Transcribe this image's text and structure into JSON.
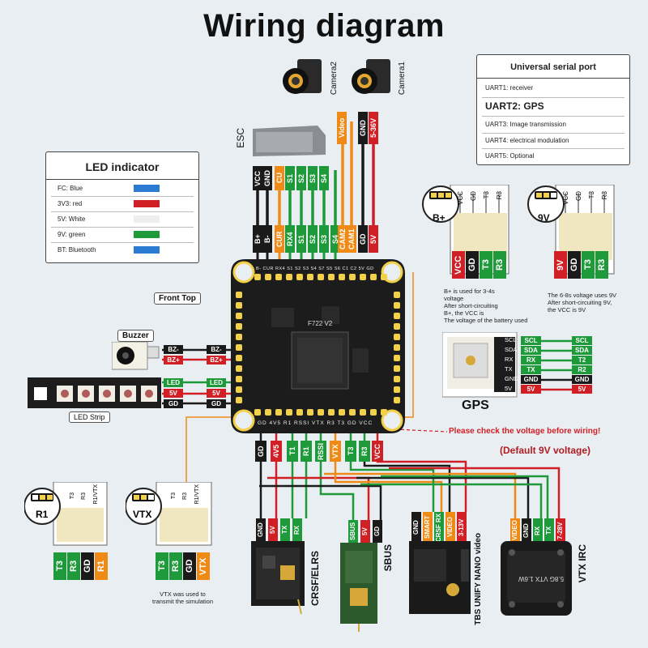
{
  "title": "Wiring diagram",
  "colors": {
    "red": "#d11f26",
    "green": "#1f9a3a",
    "black": "#1a1a1a",
    "orange": "#f08a16",
    "white": "#ffffff",
    "blue": "#2a7bd1",
    "yellow_pad": "#f2d04a"
  },
  "uart_panel": {
    "title": "Universal serial port",
    "items": [
      "UART1: receiver",
      "UART2:  GPS",
      "UART3: Image transmission",
      "UART4: electrical modulation",
      "UART5: Optional"
    ]
  },
  "led_panel": {
    "title": "LED indicator",
    "items": [
      {
        "label": "FC: Blue",
        "color": "#2a7bd1"
      },
      {
        "label": "3V3: red",
        "color": "#d11f26"
      },
      {
        "label": "5V: White",
        "color": "#eeeeee"
      },
      {
        "label": "9V: green",
        "color": "#1f9a3a"
      },
      {
        "label": "BT: Bluetooth",
        "color": "#2a7bd1"
      }
    ]
  },
  "cameras": [
    "Camera2",
    "Camera1"
  ],
  "esc_label": "ESC",
  "camera_tags": [
    "Video",
    "GND",
    "5-36V"
  ],
  "esc_tags": [
    "VCC",
    "GND",
    "CU",
    "S1",
    "S2",
    "S3",
    "S4"
  ],
  "fc_top_tags": [
    "B+",
    "B-",
    "CUR",
    "RX4",
    "S1",
    "S2",
    "S3",
    "S4",
    "CAM2",
    "CAM1",
    "GD",
    "5V"
  ],
  "fc": {
    "label": "Front Top",
    "model": "F722  V2",
    "top_pads": "B- CUR RX4 S1 S2 S3 S4 S7 S5 S6 C1 C2 5V GD",
    "bottom_pads": "GD 4V5 R1 RSSI VTX R3 T3 GD VCC",
    "left_pads": [
      "BZ-",
      "BZ+",
      "LED",
      "5V",
      "GD"
    ],
    "bottom_tags": [
      "GD",
      "4V5",
      "T1",
      "R1",
      "RSSI",
      "VTX",
      "T3",
      "R3",
      "VCC"
    ]
  },
  "buzzer": {
    "label": "Buzzer",
    "tags": [
      "BZ-",
      "BZ+"
    ],
    "fc_tags": [
      "BZ-",
      "BZ+"
    ]
  },
  "led_strip": {
    "label": "LED Strip",
    "tags": [
      "LED",
      "5V",
      "GD"
    ],
    "fc_tags": [
      "LED",
      "5V",
      "GD"
    ]
  },
  "bplus": {
    "pill": "B+",
    "pins": [
      "VCC",
      "GD",
      "T3",
      "R3"
    ],
    "tags": [
      "VCC",
      "GD",
      "T3",
      "R3"
    ],
    "note": [
      "B+ is used for 3-4s",
      "voltage",
      "After short-circuiting",
      "B+, the VCC is",
      "The voltage of the battery used"
    ]
  },
  "nine_v": {
    "pill": "9V",
    "pins": [
      "VCC",
      "GD",
      "T3",
      "R3"
    ],
    "tags": [
      "9V",
      "GD",
      "T3",
      "R3"
    ],
    "note": [
      "The 6-8s voltage uses 9V",
      "After short-circuiting 9V,",
      "the VCC is 9V"
    ]
  },
  "gps": {
    "label": "GPS",
    "module_pins": [
      "SCL",
      "SDA",
      "RX",
      "TX",
      "GND",
      "5V"
    ],
    "left_tags": [
      "SCL",
      "SDA",
      "RX",
      "TX",
      "GND",
      "5V"
    ],
    "right_tags": [
      "SCL",
      "SDA",
      "T2",
      "R2",
      "GND",
      "5V"
    ]
  },
  "warning": "Please check the voltage before wiring!",
  "default_voltage": "(Default 9V voltage)",
  "r1_board": {
    "pill": "R1",
    "pins": [
      "R1/VTX",
      "R3",
      "T3"
    ],
    "tags": [
      "T3",
      "R3",
      "GD",
      "R1"
    ]
  },
  "vtx_board": {
    "pill": "VTX",
    "pins": [
      "R1/VTX",
      "R3",
      "T3"
    ],
    "tags": [
      "T3",
      "R3",
      "GD",
      "VTX"
    ],
    "note": [
      "VTX was used to",
      "transmit the simulation"
    ]
  },
  "crsf": {
    "label": "CRSF/ELRS",
    "tags": [
      "GND",
      "5V",
      "TX",
      "RX"
    ]
  },
  "sbus": {
    "label": "SBUS",
    "tags": [
      "SBUS",
      "5V",
      "GD"
    ]
  },
  "tbs": {
    "label": "TBS UNIFY NANO video",
    "tags": [
      "GND",
      "SMART AUDIO",
      "CRSF RX",
      "VIDEO",
      "3-13V"
    ]
  },
  "vtx_irc": {
    "label": "VTX IRC",
    "tags": [
      "VIDEO",
      "GND",
      "RX",
      "TX",
      "7-28V"
    ],
    "board_text": "5.8G VTX 1.6W"
  }
}
